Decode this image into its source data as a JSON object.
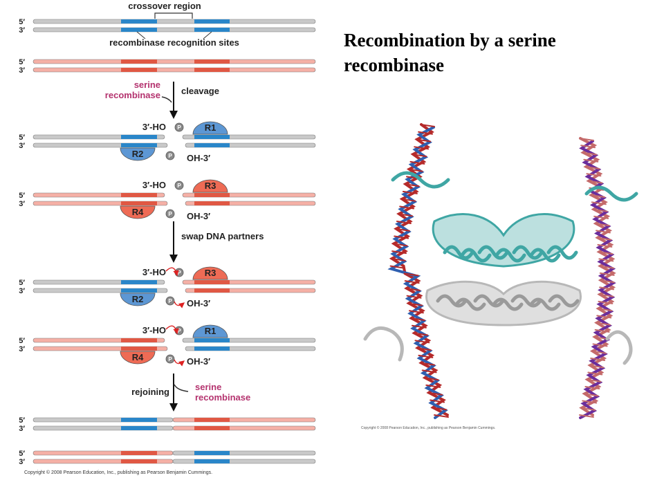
{
  "slide_title": "Recombination by a serine recombinase",
  "labels": {
    "crossover_region": "crossover region",
    "recognition_sites": "recombinase recognition sites",
    "strand_5": "5′",
    "strand_3": "3′",
    "serine_recombinase": [
      "serine",
      "recombinase"
    ],
    "cleavage": "cleavage",
    "swap": "swap DNA partners",
    "rejoining": "rejoining",
    "ho_end": "3′-HO",
    "oh_end": "OH-3′",
    "phosphate": "P"
  },
  "proteins": {
    "r1": "R1",
    "r2": "R2",
    "r3": "R3",
    "r4": "R4"
  },
  "copyright": "Copyright © 2008 Pearson Education, Inc., publishing as Pearson Benjamin Cummings.",
  "protein_copyright": "Copyright © 2008 Pearson Education, Inc., publishing as Pearson Benjamin Cummings.",
  "colors": {
    "gray_dna": "#c9c9c9",
    "blue_site": "#2a86c9",
    "red_dna": "#f5b0a6",
    "red_site": "#e05844",
    "blue_protein": "#5d97d4",
    "red_protein": "#ee6b55",
    "magenta_text": "#b4326e",
    "protein_teal": "#3fa6a4",
    "protein_gray": "#b8b8b8",
    "dna_red": "#b52a2a",
    "dna_blue": "#2e5fb0",
    "dna_purple": "#6a2d9c",
    "dna_pink": "#c46a6a"
  }
}
